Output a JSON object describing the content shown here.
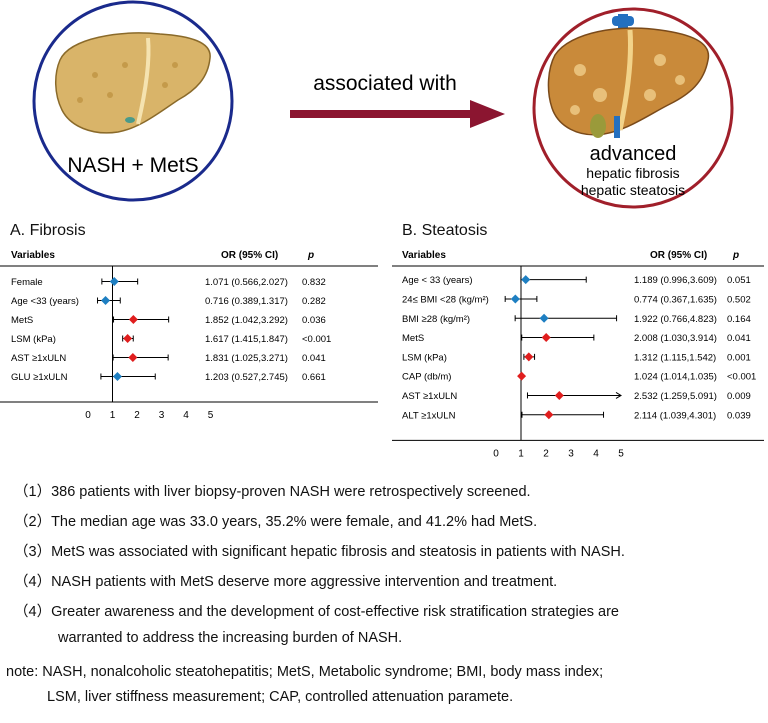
{
  "header": {
    "left_label": "NASH + MetS",
    "arrow_label": "associated with",
    "right_title": "advanced",
    "right_line1": "hepatic fibrosis",
    "right_line2": "hepatic steatosis"
  },
  "colors": {
    "left_circle": "#1a2a8c",
    "right_circle": "#a01f2a",
    "arrow": "#8b1530",
    "marker_blue": "#1e7fc2",
    "marker_red": "#e01e1e"
  },
  "chart_data": [
    {
      "type": "forest",
      "title": "A. Fibrosis",
      "columns": {
        "variable": "Variables",
        "or": "OR (95% CI)",
        "p": "p"
      },
      "x_ticks": [
        0,
        1,
        2,
        3,
        4,
        5
      ],
      "reference": 1,
      "rows": [
        {
          "label": "Female",
          "or": 1.071,
          "lo": 0.566,
          "hi": 2.027,
          "text": "1.071 (0.566,2.027)",
          "p": "0.832",
          "color": "blue"
        },
        {
          "label": "Age <33 (years)",
          "or": 0.716,
          "lo": 0.389,
          "hi": 1.317,
          "text": "0.716 (0.389,1.317)",
          "p": "0.282",
          "color": "blue"
        },
        {
          "label": "MetS",
          "or": 1.852,
          "lo": 1.042,
          "hi": 3.292,
          "text": "1.852 (1.042,3.292)",
          "p": "0.036",
          "color": "red"
        },
        {
          "label": "LSM (kPa)",
          "or": 1.617,
          "lo": 1.415,
          "hi": 1.847,
          "text": "1.617 (1.415,1.847)",
          "p": "<0.001",
          "color": "red"
        },
        {
          "label": "AST ≥1xULN",
          "or": 1.831,
          "lo": 1.025,
          "hi": 3.271,
          "text": "1.831 (1.025,3.271)",
          "p": "0.041",
          "color": "red"
        },
        {
          "label": "GLU ≥1xULN",
          "or": 1.203,
          "lo": 0.527,
          "hi": 2.745,
          "text": "1.203 (0.527,2.745)",
          "p": "0.661",
          "color": "blue"
        }
      ]
    },
    {
      "type": "forest",
      "title": "B. Steatosis",
      "columns": {
        "variable": "Variables",
        "or": "OR (95% CI)",
        "p": "p"
      },
      "x_ticks": [
        0,
        1,
        2,
        3,
        4,
        5
      ],
      "reference": 1,
      "rows": [
        {
          "label": "Age < 33 (years)",
          "or": 1.189,
          "lo": 0.996,
          "hi": 3.609,
          "text": "1.189 (0.996,3.609)",
          "p": "0.051",
          "color": "blue"
        },
        {
          "label": "24≤ BMI <28 (kg/m²)",
          "or": 0.774,
          "lo": 0.367,
          "hi": 1.635,
          "text": "0.774 (0.367,1.635)",
          "p": "0.502",
          "color": "blue"
        },
        {
          "label": "BMI ≥28 (kg/m²)",
          "or": 1.922,
          "lo": 0.766,
          "hi": 4.823,
          "text": "1.922 (0.766,4.823)",
          "p": "0.164",
          "color": "blue"
        },
        {
          "label": "MetS",
          "or": 2.008,
          "lo": 1.03,
          "hi": 3.914,
          "text": "2.008 (1.030,3.914)",
          "p": "0.041",
          "color": "red"
        },
        {
          "label": "LSM (kPa)",
          "or": 1.312,
          "lo": 1.115,
          "hi": 1.542,
          "text": "1.312 (1.115,1.542)",
          "p": "0.001",
          "color": "red"
        },
        {
          "label": "CAP (db/m)",
          "or": 1.024,
          "lo": 1.014,
          "hi": 1.035,
          "text": "1.024 (1.014,1.035)",
          "p": "<0.001",
          "color": "red"
        },
        {
          "label": "AST ≥1xULN",
          "or": 2.532,
          "lo": 1.259,
          "hi": 5.091,
          "text": "2.532 (1.259,5.091)",
          "p": "0.009",
          "color": "red"
        },
        {
          "label": "ALT ≥1xULN",
          "or": 2.114,
          "lo": 1.039,
          "hi": 4.301,
          "text": "2.114 (1.039,4.301)",
          "p": "0.039",
          "color": "red"
        }
      ]
    }
  ],
  "summary": [
    "（1）386 patients with liver biopsy-proven  NASH were retrospectively screened.",
    "（2）The median age was 33.0 years, 35.2% were female, and 41.2% had MetS.",
    "（3）MetS was associated with significant hepatic fibrosis and steatosis in patients with NASH.",
    "（4）NASH patients with MetS deserve more aggressive intervention and treatment.",
    "（4）Greater awareness and the development of cost-effective risk stratification strategies are",
    "warranted to address the increasing burden of NASH."
  ],
  "note": [
    "note: NASH, nonalcoholic steatohepatitis; MetS, Metabolic syndrome; BMI, body mass index;",
    "LSM, liver stiffness measurement; CAP, controlled attenuation paramete."
  ]
}
